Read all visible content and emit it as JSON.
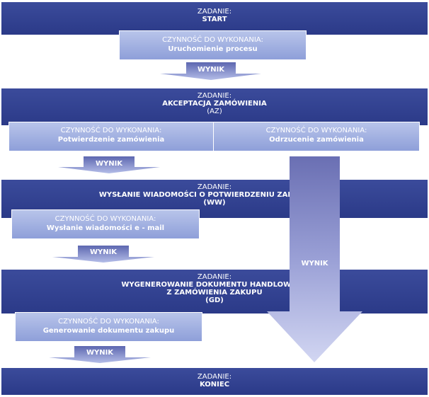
{
  "task_label": "ZADANIE:",
  "activity_label": "CZYNNOŚĆ DO WYKONANIA:",
  "result_label": "WYNIK",
  "tasks": [
    {
      "name": "START"
    },
    {
      "name": "AKCEPTACJA ZAMÓWIENIA",
      "code": "(AZ)"
    },
    {
      "name": "WYSŁANIE WIADOMOŚCI O POTWIERDZENIU ZAMÓWIENIA",
      "code": "(WW)"
    },
    {
      "name_line1": "WYGENEROWANIE DOKUMENTU HANDLOWEGO",
      "name_line2": "Z ZAMÓWIENIA ZAKUPU",
      "code": "(GD)"
    },
    {
      "name": "KONIEC"
    }
  ],
  "activities": [
    {
      "name": "Uruchomienie procesu"
    },
    {
      "name": "Potwierdzenie zamówienia"
    },
    {
      "name": "Odrzucenie zamówienia"
    },
    {
      "name": "Wysłanie wiadomości e - mail"
    },
    {
      "name": "Generowanie dokumentu zakupu"
    }
  ],
  "colors": {
    "task_bg": "#2f3f8f",
    "activity_bg": "#a3b2e3",
    "arrow": "#8a97d6",
    "big_arrow_top": "#6f74b8",
    "big_arrow_bottom": "#c9cdee"
  }
}
